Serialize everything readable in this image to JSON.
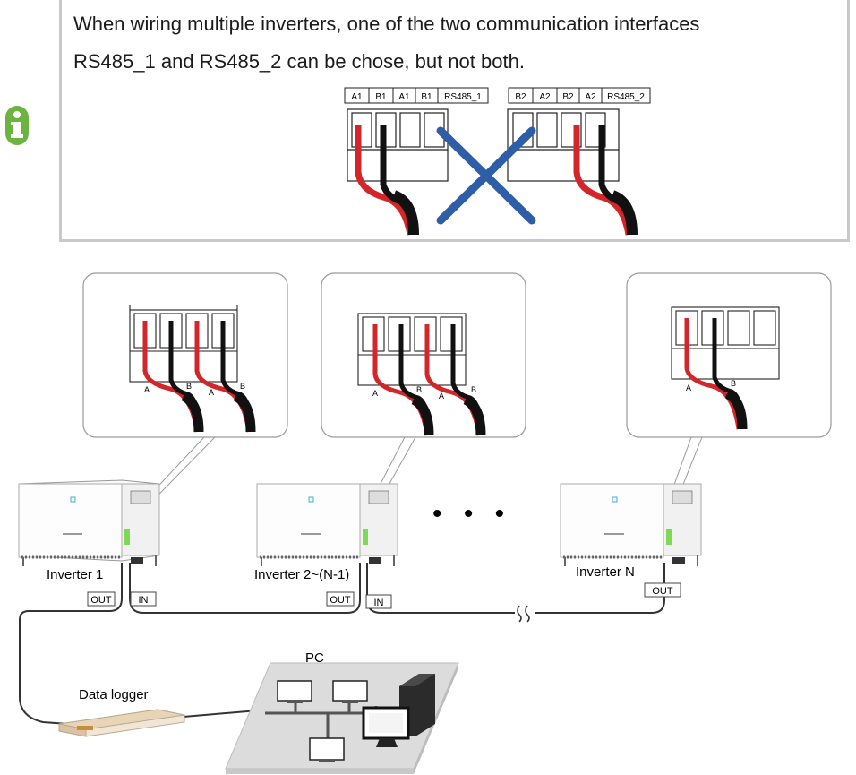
{
  "note": {
    "line1": "When wiring multiple inverters, one of the two communication interfaces",
    "line2": "RS485_1 and RS485_2 can be chose, but not both.",
    "icon": "info-icon",
    "icon_color": "#6cb33f"
  },
  "terminals_left": [
    "A1",
    "B1",
    "A1",
    "B1",
    "RS485_1"
  ],
  "terminals_right": [
    "B2",
    "A2",
    "B2",
    "A2",
    "RS485_2"
  ],
  "wire_labels": {
    "a": "A",
    "b": "B"
  },
  "inverters": [
    {
      "label": "Inverter 1"
    },
    {
      "label": "Inverter 2~(N-1)"
    },
    {
      "label": "Inverter N"
    }
  ],
  "ports": {
    "out": "OUT",
    "in": "IN"
  },
  "ellipsis": "• • •",
  "pc_label": "PC",
  "logger_label": "Data logger",
  "colors": {
    "red_wire": "#d4262a",
    "black_wire": "#111111",
    "cross": "#2e5ea8",
    "accent_green": "#6cb33f"
  }
}
